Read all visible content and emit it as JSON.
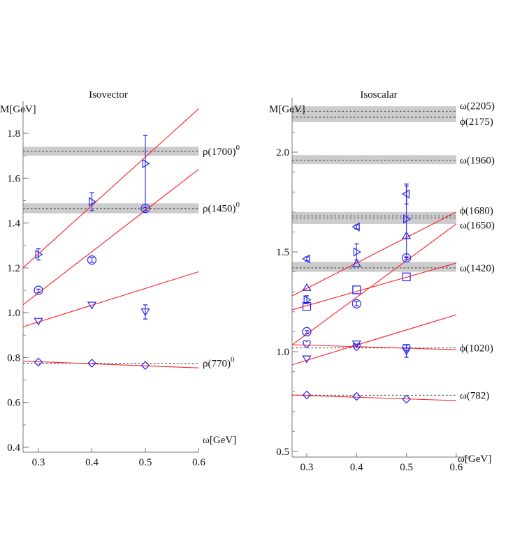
{
  "chart_data": [
    {
      "type": "scatter",
      "title": "Isovector",
      "xlabel": "ω[GeV]",
      "ylabel": "M[GeV]",
      "xlim": [
        0.271,
        0.6
      ],
      "ylim": [
        0.378,
        1.94
      ],
      "xticks": [
        0.3,
        0.4,
        0.5,
        0.6
      ],
      "xtick_labels": [
        "0.3",
        "0.4",
        "0.5",
        "0.6"
      ],
      "yticks": [
        0.4,
        0.6,
        0.8,
        1.0,
        1.2,
        1.4,
        1.6,
        1.8
      ],
      "ytick_labels": [
        "0.4",
        "0.6",
        "0.8",
        "1.0",
        "1.2",
        "1.4",
        "1.6",
        "1.8"
      ],
      "minor_ystep": 0.1,
      "grid": false,
      "colors": {
        "points": "#2222ee",
        "fit": "#ff2020",
        "band": "#cccccc"
      },
      "resonances": [
        {
          "label": "ρ(1700)",
          "sup": "0",
          "mass": 1.72,
          "band": [
            1.7,
            1.74
          ]
        },
        {
          "label": "ρ(1450)",
          "sup": "0",
          "mass": 1.465,
          "band": [
            1.443,
            1.488
          ]
        },
        {
          "label": "ρ(770)",
          "sup": "0",
          "mass": 0.775,
          "band": null
        }
      ],
      "series": [
        {
          "marker": "diamond",
          "x": [
            0.3,
            0.4,
            0.5
          ],
          "y": [
            0.78,
            0.775,
            0.765
          ],
          "err": [
            null,
            null,
            null
          ],
          "fit": [
            [
              0.271,
              0.784
            ],
            [
              0.6,
              0.754
            ]
          ]
        },
        {
          "marker": "triangle-down",
          "x": [
            0.3,
            0.4,
            0.5
          ],
          "y": [
            0.963,
            1.035,
            1.005
          ],
          "err": [
            null,
            null,
            [
              0.972,
              1.035
            ]
          ],
          "fit": [
            [
              0.271,
              0.937
            ],
            [
              0.6,
              1.183
            ]
          ]
        },
        {
          "marker": "circle",
          "x": [
            0.3,
            0.4,
            0.5
          ],
          "y": [
            1.1,
            1.235,
            1.465
          ],
          "err": [
            [
              1.09,
              1.105
            ],
            [
              1.225,
              1.245
            ],
            [
              1.455,
              1.47
            ]
          ],
          "fit": [
            [
              0.271,
              1.035
            ],
            [
              0.6,
              1.64
            ]
          ]
        },
        {
          "marker": "triangle-right",
          "x": [
            0.3,
            0.4,
            0.5
          ],
          "y": [
            1.26,
            1.495,
            1.665
          ],
          "err": [
            [
              1.235,
              1.285
            ],
            [
              1.455,
              1.535
            ],
            [
              1.47,
              1.79
            ]
          ],
          "fit": [
            [
              0.271,
              1.2
            ],
            [
              0.6,
              1.91
            ]
          ]
        }
      ]
    },
    {
      "type": "scatter",
      "title": "Isoscalar",
      "xlabel": "ω[GeV]",
      "ylabel": "M[GeV]",
      "xlim": [
        0.271,
        0.6
      ],
      "ylim": [
        0.47,
        2.27
      ],
      "xticks": [
        0.3,
        0.4,
        0.5,
        0.6
      ],
      "xtick_labels": [
        "0.3",
        "0.4",
        "0.5",
        "0.6"
      ],
      "yticks": [
        0.5,
        1.0,
        1.5,
        2.0
      ],
      "ytick_labels": [
        "0.5",
        "1.0",
        "1.5",
        "2.0"
      ],
      "minor_ystep": 0.1,
      "grid": false,
      "colors": {
        "points": "#2222ee",
        "fit": "#ff2020",
        "band": "#cccccc"
      },
      "resonances": [
        {
          "label": "ω(2205)",
          "sup": "",
          "mass": 2.205,
          "band": [
            2.15,
            2.23
          ]
        },
        {
          "label": "ϕ(2175)",
          "sup": "",
          "mass": 2.175,
          "band": null
        },
        {
          "label": "ω(1960)",
          "sup": "",
          "mass": 1.96,
          "band": [
            1.94,
            1.985
          ]
        },
        {
          "label": "ϕ(1680)",
          "sup": "",
          "mass": 1.68,
          "band": [
            1.64,
            1.7
          ]
        },
        {
          "label": "ω(1650)",
          "sup": "",
          "mass": 1.67,
          "band": null
        },
        {
          "label": "ω(1420)",
          "sup": "",
          "mass": 1.42,
          "band": [
            1.4,
            1.45
          ]
        },
        {
          "label": "ϕ(1020)",
          "sup": "",
          "mass": 1.019,
          "band": null
        },
        {
          "label": "ω(782)",
          "sup": "",
          "mass": 0.782,
          "band": null
        }
      ],
      "series": [
        {
          "marker": "diamond",
          "x": [
            0.3,
            0.4,
            0.5
          ],
          "y": [
            0.783,
            0.776,
            0.762
          ],
          "err": [
            null,
            null,
            null
          ],
          "fit": [
            [
              0.271,
              0.783
            ],
            [
              0.6,
              0.755
            ]
          ]
        },
        {
          "marker": "heart",
          "x": [
            0.3,
            0.4,
            0.5
          ],
          "y": [
            1.04,
            1.025,
            1.02
          ],
          "err": [
            null,
            null,
            null
          ],
          "fit": [
            [
              0.271,
              1.035
            ],
            [
              0.6,
              1.01
            ]
          ]
        },
        {
          "marker": "triangle-down",
          "x": [
            0.3,
            0.4,
            0.5
          ],
          "y": [
            0.965,
            1.04,
            1.005
          ],
          "err": [
            null,
            null,
            [
              0.972,
              1.035
            ]
          ],
          "fit": [
            [
              0.271,
              0.935
            ],
            [
              0.6,
              1.185
            ]
          ]
        },
        {
          "marker": "circle",
          "x": [
            0.3,
            0.4,
            0.5
          ],
          "y": [
            1.1,
            1.24,
            1.47
          ],
          "err": [
            [
              1.09,
              1.105
            ],
            [
              1.23,
              1.25
            ],
            [
              1.46,
              1.475
            ]
          ],
          "fit": [
            [
              0.271,
              1.035
            ],
            [
              0.6,
              1.64
            ]
          ]
        },
        {
          "marker": "square",
          "x": [
            0.3,
            0.4,
            0.5
          ],
          "y": [
            1.227,
            1.31,
            1.375
          ],
          "err": [
            null,
            null,
            null
          ],
          "fit": [
            [
              0.271,
              1.21
            ],
            [
              0.6,
              1.444
            ]
          ]
        },
        {
          "marker": "triangle-up",
          "x": [
            0.3,
            0.4,
            0.5
          ],
          "y": [
            1.32,
            1.44,
            1.58
          ],
          "err": [
            null,
            null,
            null
          ],
          "fit": [
            [
              0.271,
              1.28
            ],
            [
              0.6,
              1.7
            ]
          ]
        },
        {
          "marker": "triangle-right",
          "x": [
            0.3,
            0.4,
            0.5
          ],
          "y": [
            1.26,
            1.5,
            1.665
          ],
          "err": [
            [
              1.24,
              1.28
            ],
            [
              1.46,
              1.54
            ],
            [
              1.47,
              1.83
            ]
          ],
          "fit": null
        },
        {
          "marker": "triangle-left",
          "x": [
            0.3,
            0.4,
            0.5
          ],
          "y": [
            1.465,
            1.625,
            1.79
          ],
          "err": [
            [
              1.455,
              1.475
            ],
            [
              1.615,
              1.635
            ],
            [
              1.74,
              1.84
            ]
          ],
          "fit": null
        }
      ]
    }
  ]
}
